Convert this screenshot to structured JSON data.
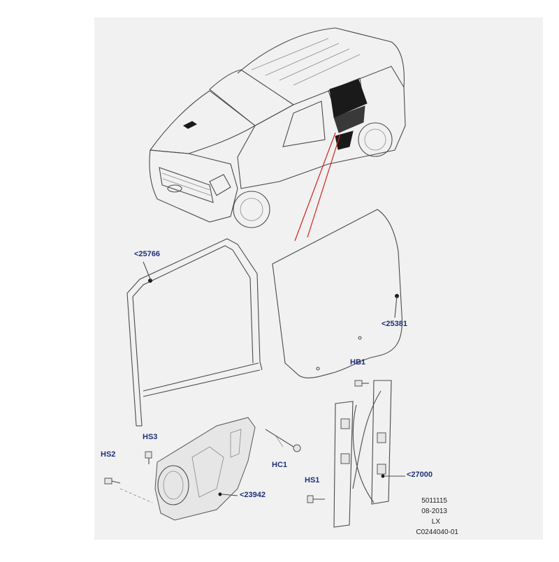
{
  "callouts": {
    "window_frame": "<25766",
    "door_glass": "<25381",
    "regulator": "<27000",
    "trim_carrier": "<23942",
    "hb1": "HB1",
    "hs1": "HS1",
    "hs2": "HS2",
    "hs3": "HS3",
    "hc1": "HC1"
  },
  "meta": {
    "ref": "5011115",
    "date": "08-2013",
    "model": "LX",
    "code": "C0244040-01"
  },
  "colors": {
    "panel_bg": "#f1f1f1",
    "callout": "#1f2f7a",
    "leader": "#d32020"
  }
}
